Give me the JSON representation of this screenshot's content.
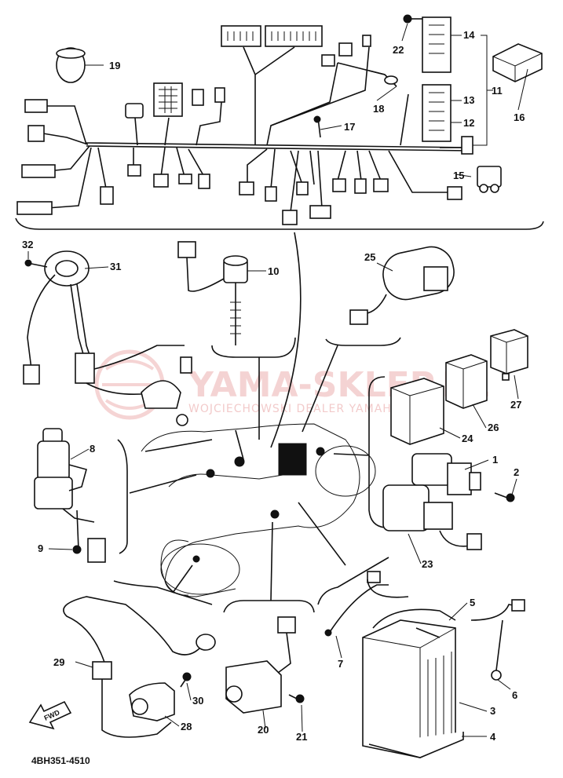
{
  "diagram": {
    "document_code": "4BH351-4510",
    "front_arrow_label": "FWD",
    "watermark": {
      "main": "YAMA-SKLEP.PL",
      "sub": "WOJCIECHOWSKI DEALER YAMAHA"
    },
    "callouts": [
      "1",
      "2",
      "3",
      "4",
      "5",
      "6",
      "7",
      "8",
      "9",
      "10",
      "11",
      "12",
      "13",
      "14",
      "15",
      "16",
      "17",
      "18",
      "19",
      "20",
      "21",
      "22",
      "23",
      "24",
      "25",
      "26",
      "27",
      "28",
      "29",
      "30",
      "31",
      "32"
    ]
  }
}
